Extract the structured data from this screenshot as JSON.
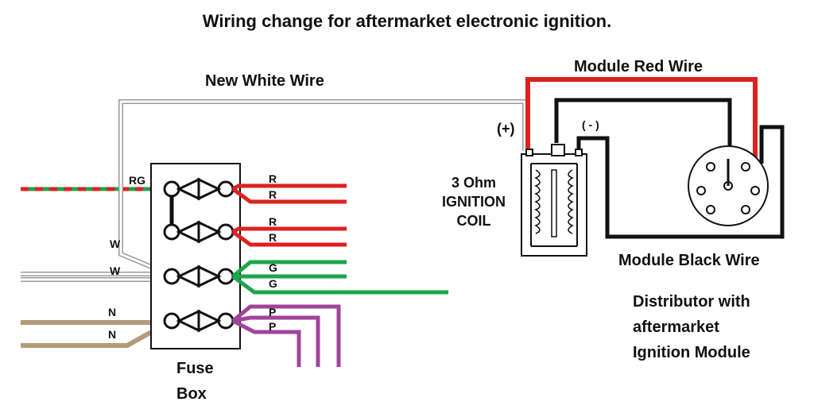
{
  "title": "Wiring change for aftermarket electronic ignition.",
  "labels": {
    "new_white_wire": "New White Wire",
    "module_red_wire": "Module Red Wire",
    "module_black_wire": "Module Black Wire",
    "plus": "(+)",
    "minus": "( - )",
    "coil_line1": "3 Ohm",
    "coil_line2": "IGNITION",
    "coil_line3": "COIL",
    "fuse_line1": "Fuse",
    "fuse_line2": "Box",
    "dist_line1": "Distributor with",
    "dist_line2": "aftermarket",
    "dist_line3": "Ignition Module"
  },
  "wire_codes": {
    "rg": "RG",
    "w1": "W",
    "w2": "W",
    "n1": "N",
    "n2": "N",
    "r1": "R",
    "r2": "R",
    "r3": "R",
    "r4": "R",
    "g1": "G",
    "g2": "G",
    "p1": "P",
    "p2": "P"
  },
  "colors": {
    "red": "#e02020",
    "green": "#1aa64a",
    "white_wire": "#9a9a9a",
    "brown": "#b49a7a",
    "purple": "#a0449a",
    "black": "#111111"
  }
}
